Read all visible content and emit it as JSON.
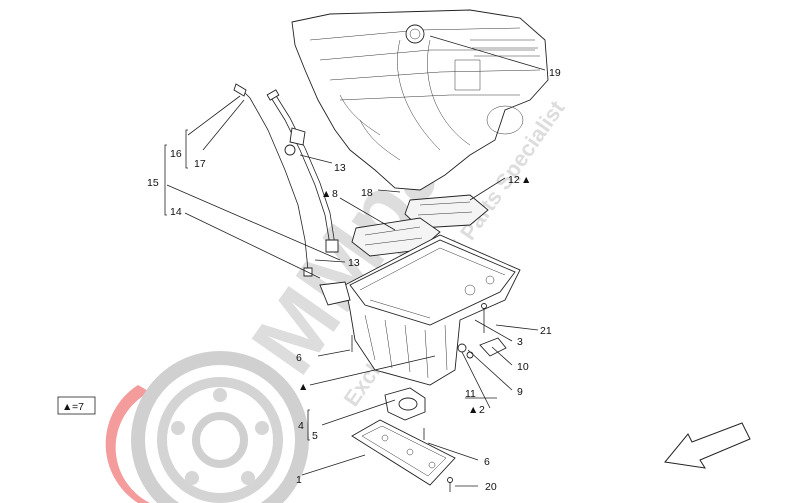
{
  "watermark": {
    "brand": "MMparts",
    "tagline": "Exclusive Maserati Parts Specialist",
    "logo_colors": {
      "red": "#e8282b",
      "grey": "#b9b9b9"
    }
  },
  "labels": {
    "l1": "1",
    "l2": "2",
    "l3": "3",
    "l4": "4",
    "l5": "5",
    "l6a": "6",
    "l6b": "6",
    "l7": "7",
    "l8": "8",
    "l9": "9",
    "l10": "10",
    "l11": "11",
    "l12": "12",
    "l13a": "13",
    "l13b": "13",
    "l14": "14",
    "l15": "15",
    "l16": "16",
    "l17": "17",
    "l18": "18",
    "l19": "19",
    "l20": "20",
    "l21": "21"
  },
  "legend": {
    "symbol": "▲",
    "text": "=7"
  },
  "markers": {
    "triangle": "▲"
  },
  "icons": {
    "direction_arrow": "front-direction-arrow-icon"
  }
}
